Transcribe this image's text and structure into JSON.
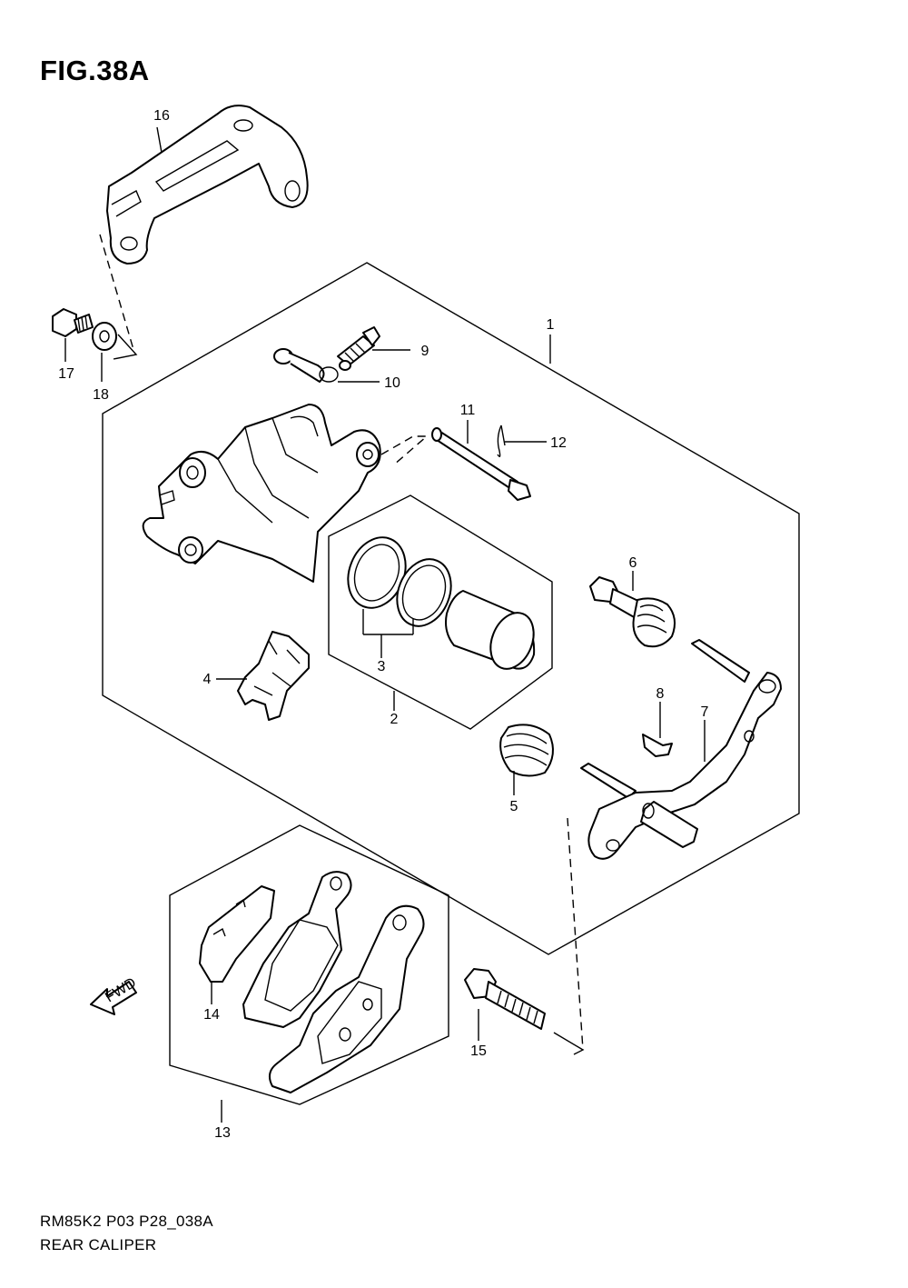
{
  "figure": {
    "title": "FIG.38A",
    "code": "RM85K2 P03 P28_038A",
    "name": "REAR CALIPER"
  },
  "fwd_label": "FWD",
  "callouts": [
    {
      "id": "c1",
      "text": "1"
    },
    {
      "id": "c2",
      "text": "2"
    },
    {
      "id": "c3",
      "text": "3"
    },
    {
      "id": "c4",
      "text": "4"
    },
    {
      "id": "c5",
      "text": "5"
    },
    {
      "id": "c6",
      "text": "6"
    },
    {
      "id": "c7",
      "text": "7"
    },
    {
      "id": "c8",
      "text": "8"
    },
    {
      "id": "c9",
      "text": "9"
    },
    {
      "id": "c10",
      "text": "10"
    },
    {
      "id": "c11",
      "text": "11"
    },
    {
      "id": "c12",
      "text": "12"
    },
    {
      "id": "c13",
      "text": "13"
    },
    {
      "id": "c14",
      "text": "14"
    },
    {
      "id": "c15",
      "text": "15"
    },
    {
      "id": "c16",
      "text": "16"
    },
    {
      "id": "c17",
      "text": "17"
    },
    {
      "id": "c18",
      "text": "18"
    }
  ]
}
